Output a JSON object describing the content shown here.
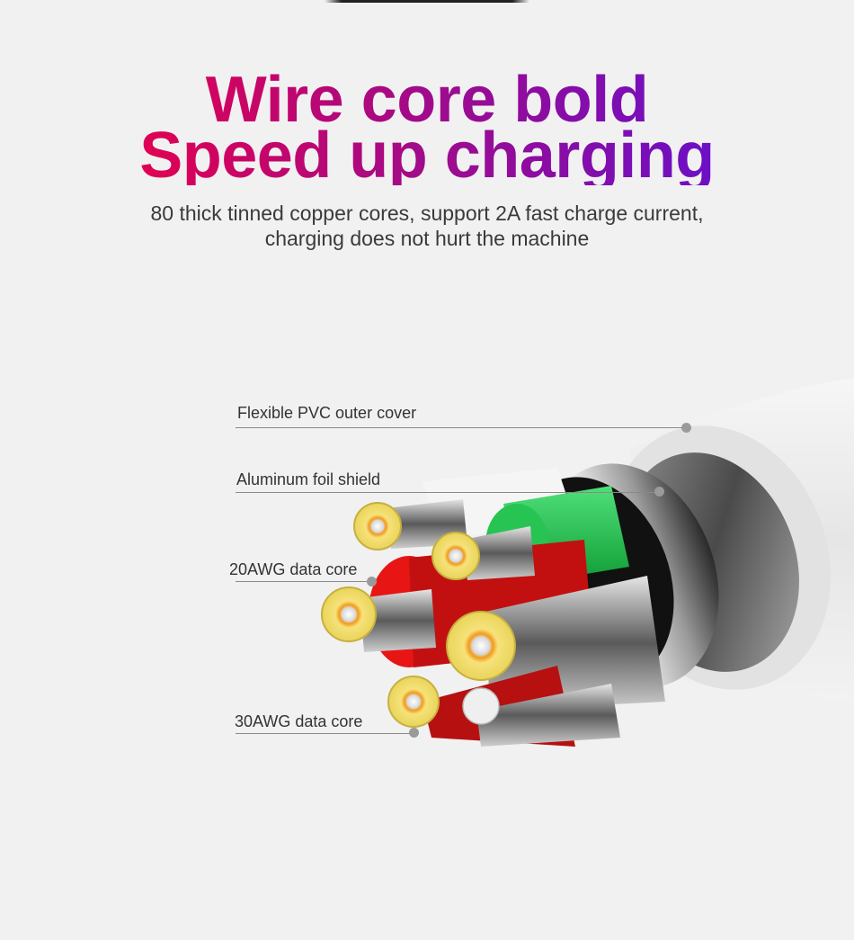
{
  "header": {
    "headline_line1": "Wire core bold",
    "headline_line2": "Speed up charging",
    "subtitle_line1": "80 thick tinned copper cores, support 2A fast charge current,",
    "subtitle_line2": "charging does not hurt the machine",
    "gradient_colors": [
      "#e3004f",
      "#a00b8b",
      "#6b0fc9"
    ]
  },
  "diagram": {
    "labels": [
      {
        "text": "Flexible PVC outer cover"
      },
      {
        "text": "Aluminum foil shield"
      },
      {
        "text": "20AWG data core"
      },
      {
        "text": "30AWG data core"
      }
    ],
    "colors": {
      "outer_cover": "#e9e9e9",
      "foil_shield": "#c8c8c8",
      "green_core": "#1fc24a",
      "red_core": "#e81515",
      "white_core": "#f4f4f4",
      "copper_strand": "#f3e27a",
      "leader_line": "#8a8a8a"
    }
  }
}
